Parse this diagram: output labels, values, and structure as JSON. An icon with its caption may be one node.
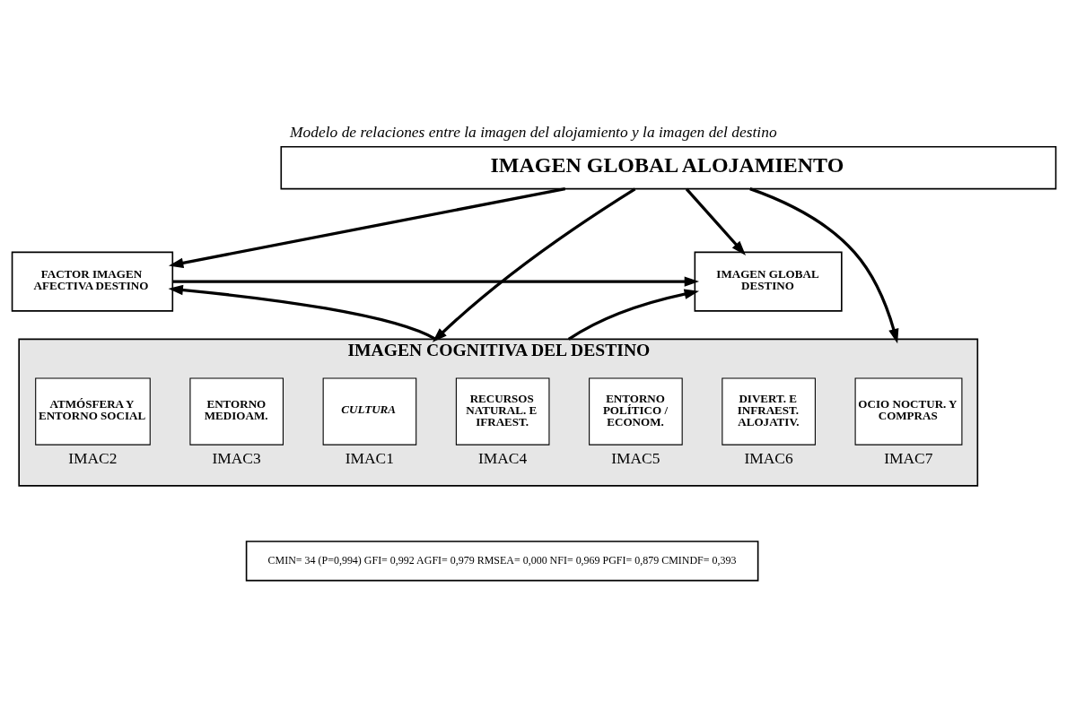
{
  "diagram": {
    "title": "Modelo de relaciones entre la imagen del alojamiento y la imagen del destino",
    "nodes": [
      {
        "text": [
          "IMAGEN GLOBAL ALOJAMIENTO"
        ]
      },
      {
        "text": [
          "FACTOR IMAGEN AFECTIVA DESTINO"
        ]
      },
      {
        "text": [
          "IMAGEN GLOBAL DESTINO"
        ]
      },
      {
        "text": [
          "IMAGEN COGNITIVA DEL DESTINO"
        ]
      },
      {
        "text": [
          "CULTURA"
        ],
        "in": 3,
        "beside": [
          "IMAC1"
        ]
      },
      {
        "text": [
          "ATMÓSFERA Y ENTORNO SOCIAL"
        ],
        "in": 3,
        "beside": [
          "IMAC2"
        ]
      },
      {
        "text": [
          "ENTORNO MEDIOAM."
        ],
        "in": 3,
        "beside": [
          "IMAC3"
        ]
      },
      {
        "text": [
          "RECURSOS NATURAL. E IFRAEST."
        ],
        "in": 3,
        "beside": [
          "IMAC4"
        ]
      },
      {
        "text": [
          "ENTORNO POLÍTICO / ECONOM."
        ],
        "in": 3,
        "beside": [
          "IMAC5"
        ]
      },
      {
        "text": [
          "DIVERT. E INFRAEST. ALOJATIV."
        ],
        "in": 3,
        "beside": [
          "IMAC6"
        ]
      },
      {
        "text": [
          "OCIO NOCTUR. Y COMPRAS"
        ],
        "in": 3,
        "beside": [
          "IMAC7"
        ]
      },
      {
        "text": [
          "CMIN= 34 (P=0,994) GFI= 0,992 AGFI= 0,979 RMSEA= 0,000 NFI= 0,969 PGFI= 0,879 CMINDF= 0,393"
        ]
      }
    ],
    "edges": [
      {
        "from": 0,
        "to": 3,
        "arrow": "to"
      },
      {
        "from": 0,
        "to": 1,
        "arrow": "to"
      },
      {
        "from": 0,
        "to": 2,
        "arrow": "to"
      },
      {
        "from": 0,
        "to": 3,
        "arrow": "to"
      },
      {
        "from": 1,
        "to": 2,
        "arrow": "to"
      },
      {
        "from": 3,
        "to": 1,
        "arrow": "to"
      },
      {
        "from": 3,
        "to": 2,
        "arrow": "to"
      }
    ]
  }
}
